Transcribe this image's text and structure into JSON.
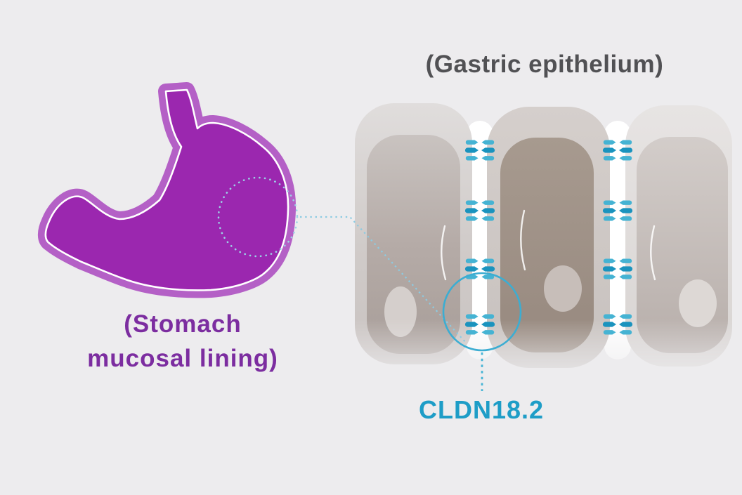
{
  "page": {
    "background_color": "#edecee",
    "description_visible_elements": "stomach illustration, gastric epithelium cells, tight junctions, CLDN18.2 callout"
  },
  "epithelium": {
    "title": "(Gastric epithelium)",
    "title_color": "#515154",
    "cell_count": 3,
    "tight_junction_rows_per_gap": 4,
    "junction_color_light": "#45b3d3",
    "junction_color_dark": "#1a93be",
    "highlight_circle_color": "#3cadd2",
    "junction_label": "CLDN18.2",
    "junction_label_color": "#1e9dc7"
  },
  "stomach": {
    "label_line1": "(Stomach",
    "label_line2": "mucosal lining)",
    "label_color": "#7c2da0",
    "body_color": "#9b27af",
    "lining_color": "#b460c6",
    "lining_highlight_color": "#ffffff",
    "zoom_circle_color": "#9bd1e6",
    "connector_color": "#8ccbe2"
  },
  "icons": {
    "stomach-icon": "purple stomach silhouette with mucosal lining band (svg shape)",
    "tight-junction-icon": "paired teal dashes between epithelial cells (svg shape)",
    "magnifier-circle-icon": "dotted circle over stomach wall (svg circle)",
    "highlight-circle-icon": "solid teal circle over cell junction (svg circle)",
    "connector-line-icon": "dotted light-blue leader line (svg path)"
  }
}
